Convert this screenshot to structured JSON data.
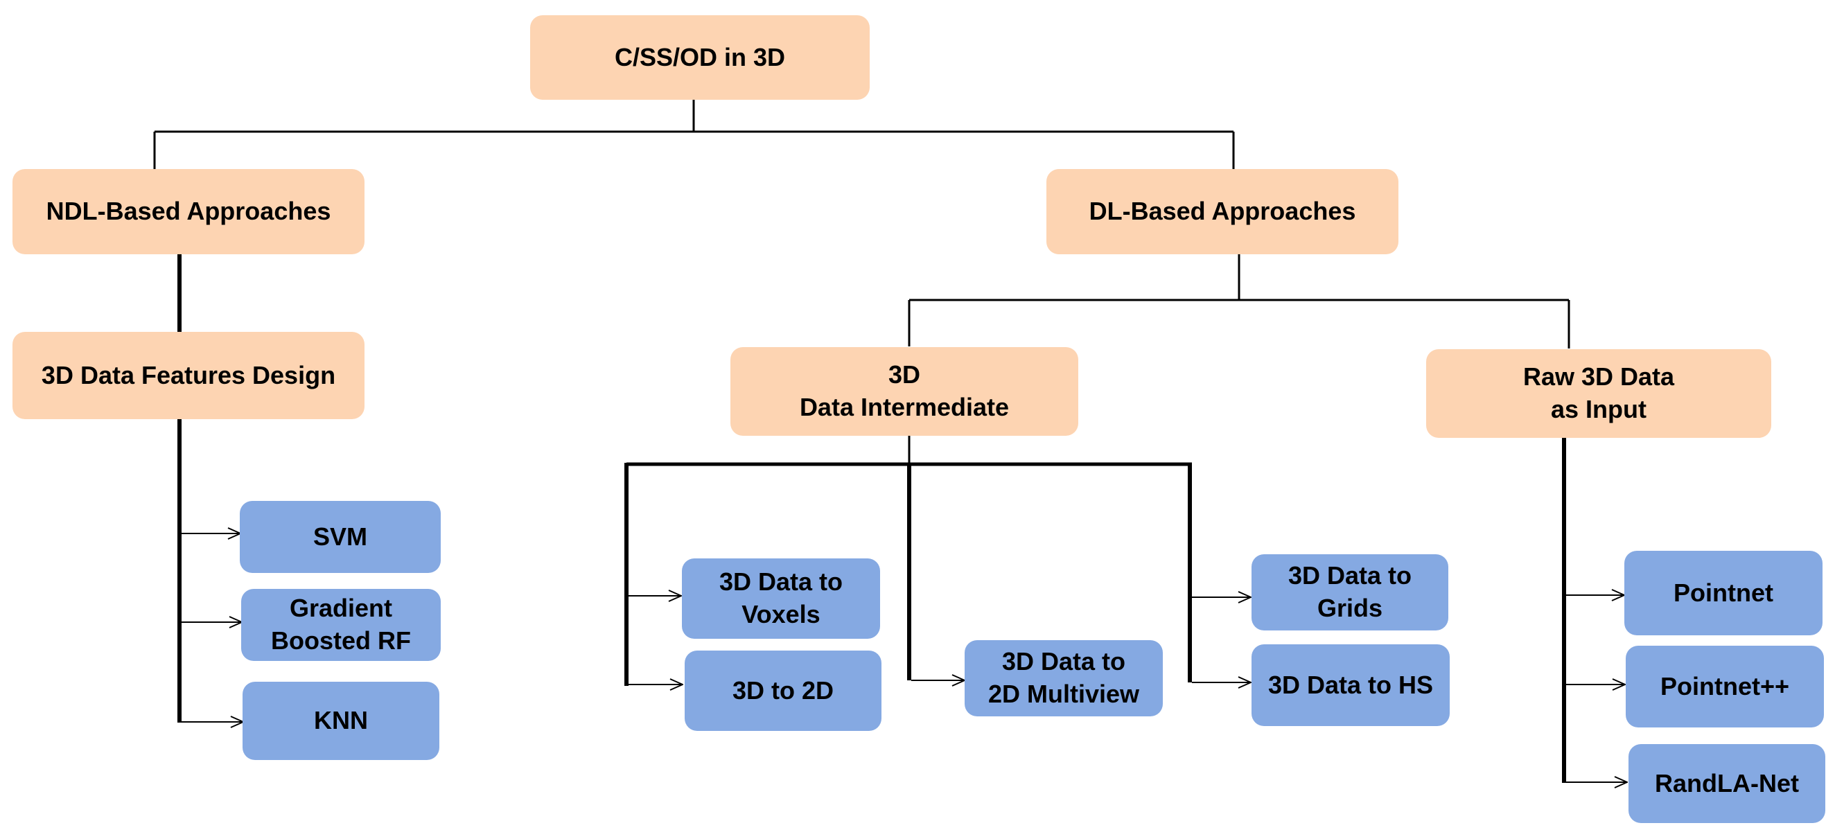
{
  "colors": {
    "peach": "#fdd4b2",
    "blue": "#85a9e2",
    "line": "#000000"
  },
  "nodes": {
    "root": "C/SS/OD in 3D",
    "ndl": "NDL-Based Approaches",
    "dl": "DL-Based Approaches",
    "features": "3D Data Features Design",
    "intermediate": "3D\nData Intermediate",
    "raw": "Raw 3D Data\nas Input",
    "svm": "SVM",
    "gbrf": "Gradient\nBoosted RF",
    "knn": "KNN",
    "voxels": "3D Data to\nVoxels",
    "to2d": "3D to 2D",
    "multiview": "3D Data to\n2D Multiview",
    "grids": "3D Data to\nGrids",
    "hs": "3D Data to HS",
    "pointnet": "Pointnet",
    "pointnetpp": "Pointnet++",
    "randla": "RandLA-Net"
  }
}
